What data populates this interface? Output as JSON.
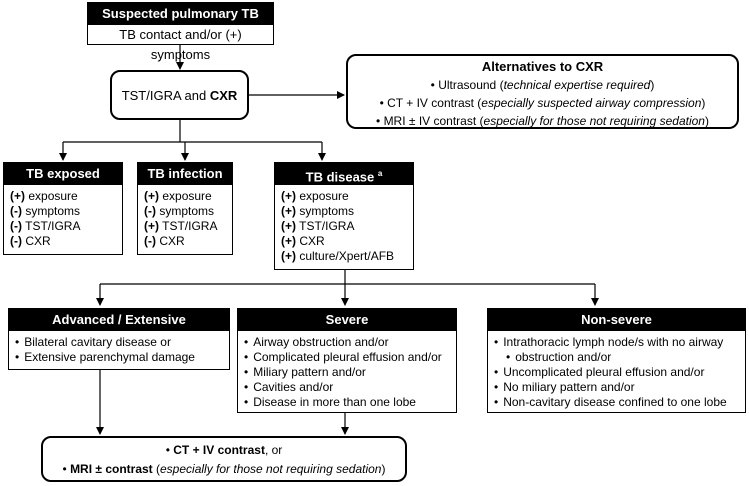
{
  "suspected": {
    "title": "Suspected pulmonary TB",
    "subtitle": "TB contact and/or (+) symptoms"
  },
  "tst_cxr": {
    "prefix": "TST/IGRA and ",
    "bold": "CXR"
  },
  "alternatives": {
    "title": "Alternatives to CXR",
    "lines": [
      {
        "main": "Ultrasound",
        "note": "technical expertise required"
      },
      {
        "main": "CT + IV contrast",
        "note": "especially suspected airway compression"
      },
      {
        "main": "MRI ± IV contrast",
        "note": "especially for those not requiring sedation"
      }
    ]
  },
  "tb_exposed": {
    "title": "TB exposed",
    "items": [
      {
        "sign": "(+)",
        "text": "exposure"
      },
      {
        "sign": "(-)",
        "text": "symptoms"
      },
      {
        "sign": "(-)",
        "text": "TST/IGRA"
      },
      {
        "sign": "(-)",
        "text": "CXR"
      }
    ]
  },
  "tb_infection": {
    "title": "TB infection",
    "items": [
      {
        "sign": "(+)",
        "text": "exposure"
      },
      {
        "sign": "(-)",
        "text": "symptoms"
      },
      {
        "sign": "(+)",
        "text": "TST/IGRA"
      },
      {
        "sign": "(-)",
        "text": "CXR"
      }
    ]
  },
  "tb_disease": {
    "title": "TB disease",
    "footnote": "a",
    "items": [
      {
        "sign": "(+)",
        "text": "exposure"
      },
      {
        "sign": "(+)",
        "text": "symptoms"
      },
      {
        "sign": "(+)",
        "text": "TST/IGRA"
      },
      {
        "sign": "(+)",
        "text": "CXR"
      },
      {
        "sign": "(+)",
        "text": "culture/Xpert/AFB"
      }
    ]
  },
  "advanced": {
    "title": "Advanced / Extensive",
    "items": [
      "Bilateral cavitary disease or",
      "Extensive parenchymal damage"
    ]
  },
  "severe": {
    "title": "Severe",
    "items": [
      "Airway obstruction and/or",
      "Complicated pleural effusion and/or",
      "Miliary pattern and/or",
      "Cavities and/or",
      "Disease in more than one lobe"
    ]
  },
  "nonsevere": {
    "title": "Non-severe",
    "items": [
      "Intrathoracic lymph node/s with no airway",
      "obstruction and/or",
      "Uncomplicated pleural effusion and/or",
      "No miliary pattern and/or",
      "Non-cavitary disease confined to one lobe"
    ]
  },
  "imaging": {
    "line1_bold": "CT + IV contrast",
    "line1_rest": ", or",
    "line2_bold": "MRI ± contrast",
    "line2_note": "especially for those not requiring sedation"
  }
}
